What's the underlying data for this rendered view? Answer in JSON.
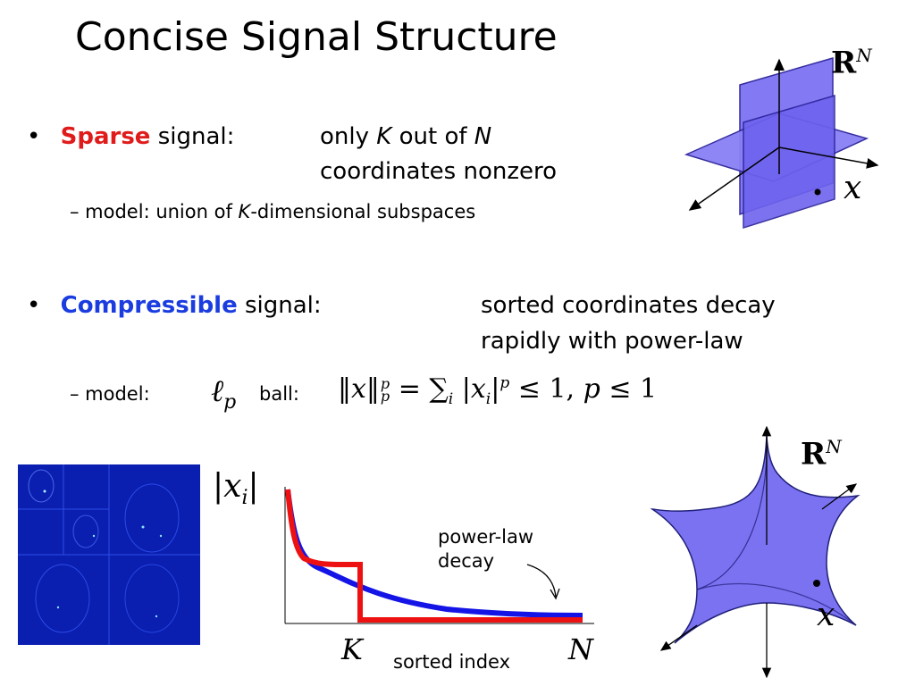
{
  "title": "Concise Signal Structure",
  "bullet1": {
    "term": "Sparse",
    "after_term": " signal:",
    "desc_line1_pre": "only ",
    "desc_line1_K": "K",
    "desc_line1_mid": " out of ",
    "desc_line1_N": "N",
    "desc_line2": "coordinates nonzero",
    "sub_prefix": "– model:  union of ",
    "sub_K": "K",
    "sub_suffix": "-dimensional subspaces"
  },
  "bullet2": {
    "term": "Compressible",
    "after_term": " signal:",
    "desc_line1": "sorted coordinates decay",
    "desc_line2": "rapidly with power-law",
    "sub_prefix": "– model:",
    "lp_symbol": "ℓ",
    "lp_sub": "p",
    "ball_label": "ball:",
    "formula_lhs": "‖x‖",
    "formula_sup": "p",
    "formula_sub": "p",
    "formula_rhs": " = ∑",
    "formula_sum_sub": "i",
    "formula_abs": " |x",
    "formula_abs_sub": "i",
    "formula_abs_close": "|",
    "formula_abs_sup": "p",
    "formula_tail": " ≤ 1,  ",
    "formula_p": "p",
    "formula_end": " ≤ 1"
  },
  "diagram_top": {
    "space_label": "R",
    "space_sup": "N",
    "point_label": "x",
    "plane_color": "#7c72f3"
  },
  "diagram_bottom": {
    "space_label": "R",
    "space_sup": "N",
    "point_label": "x",
    "shape_color": "#7b72f2"
  },
  "chart": {
    "ylabel_main": "|x",
    "ylabel_sub": "i",
    "ylabel_close": "|",
    "annotation_line1": "power-law",
    "annotation_line2": "decay",
    "xtick_K": "K",
    "xtick_N": "N",
    "xlabel": "sorted index",
    "sparse_color": "#ee1111",
    "compressible_color": "#1414e6"
  },
  "wavelet_image": {
    "background": "#0a1fb0"
  }
}
